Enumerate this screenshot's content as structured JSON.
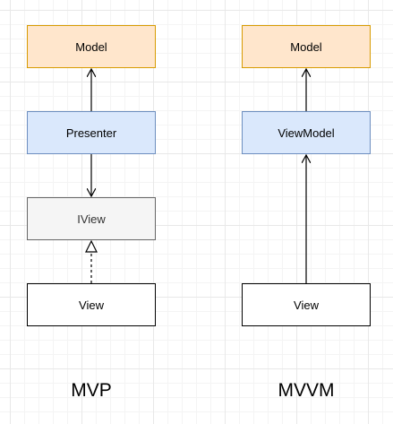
{
  "mvp": {
    "model": "Model",
    "presenter": "Presenter",
    "iview": "IView",
    "view": "View",
    "caption": "MVP"
  },
  "mvvm": {
    "model": "Model",
    "viewmodel": "ViewModel",
    "view": "View",
    "caption": "MVVM"
  },
  "colors": {
    "model_fill": "#ffe6cc",
    "model_stroke": "#d79b00",
    "presenter_fill": "#dae8fc",
    "presenter_stroke": "#6c8ebf",
    "iview_fill": "#f5f5f5",
    "iview_stroke": "#666666",
    "view_fill": "#ffffff",
    "view_stroke": "#000000"
  }
}
